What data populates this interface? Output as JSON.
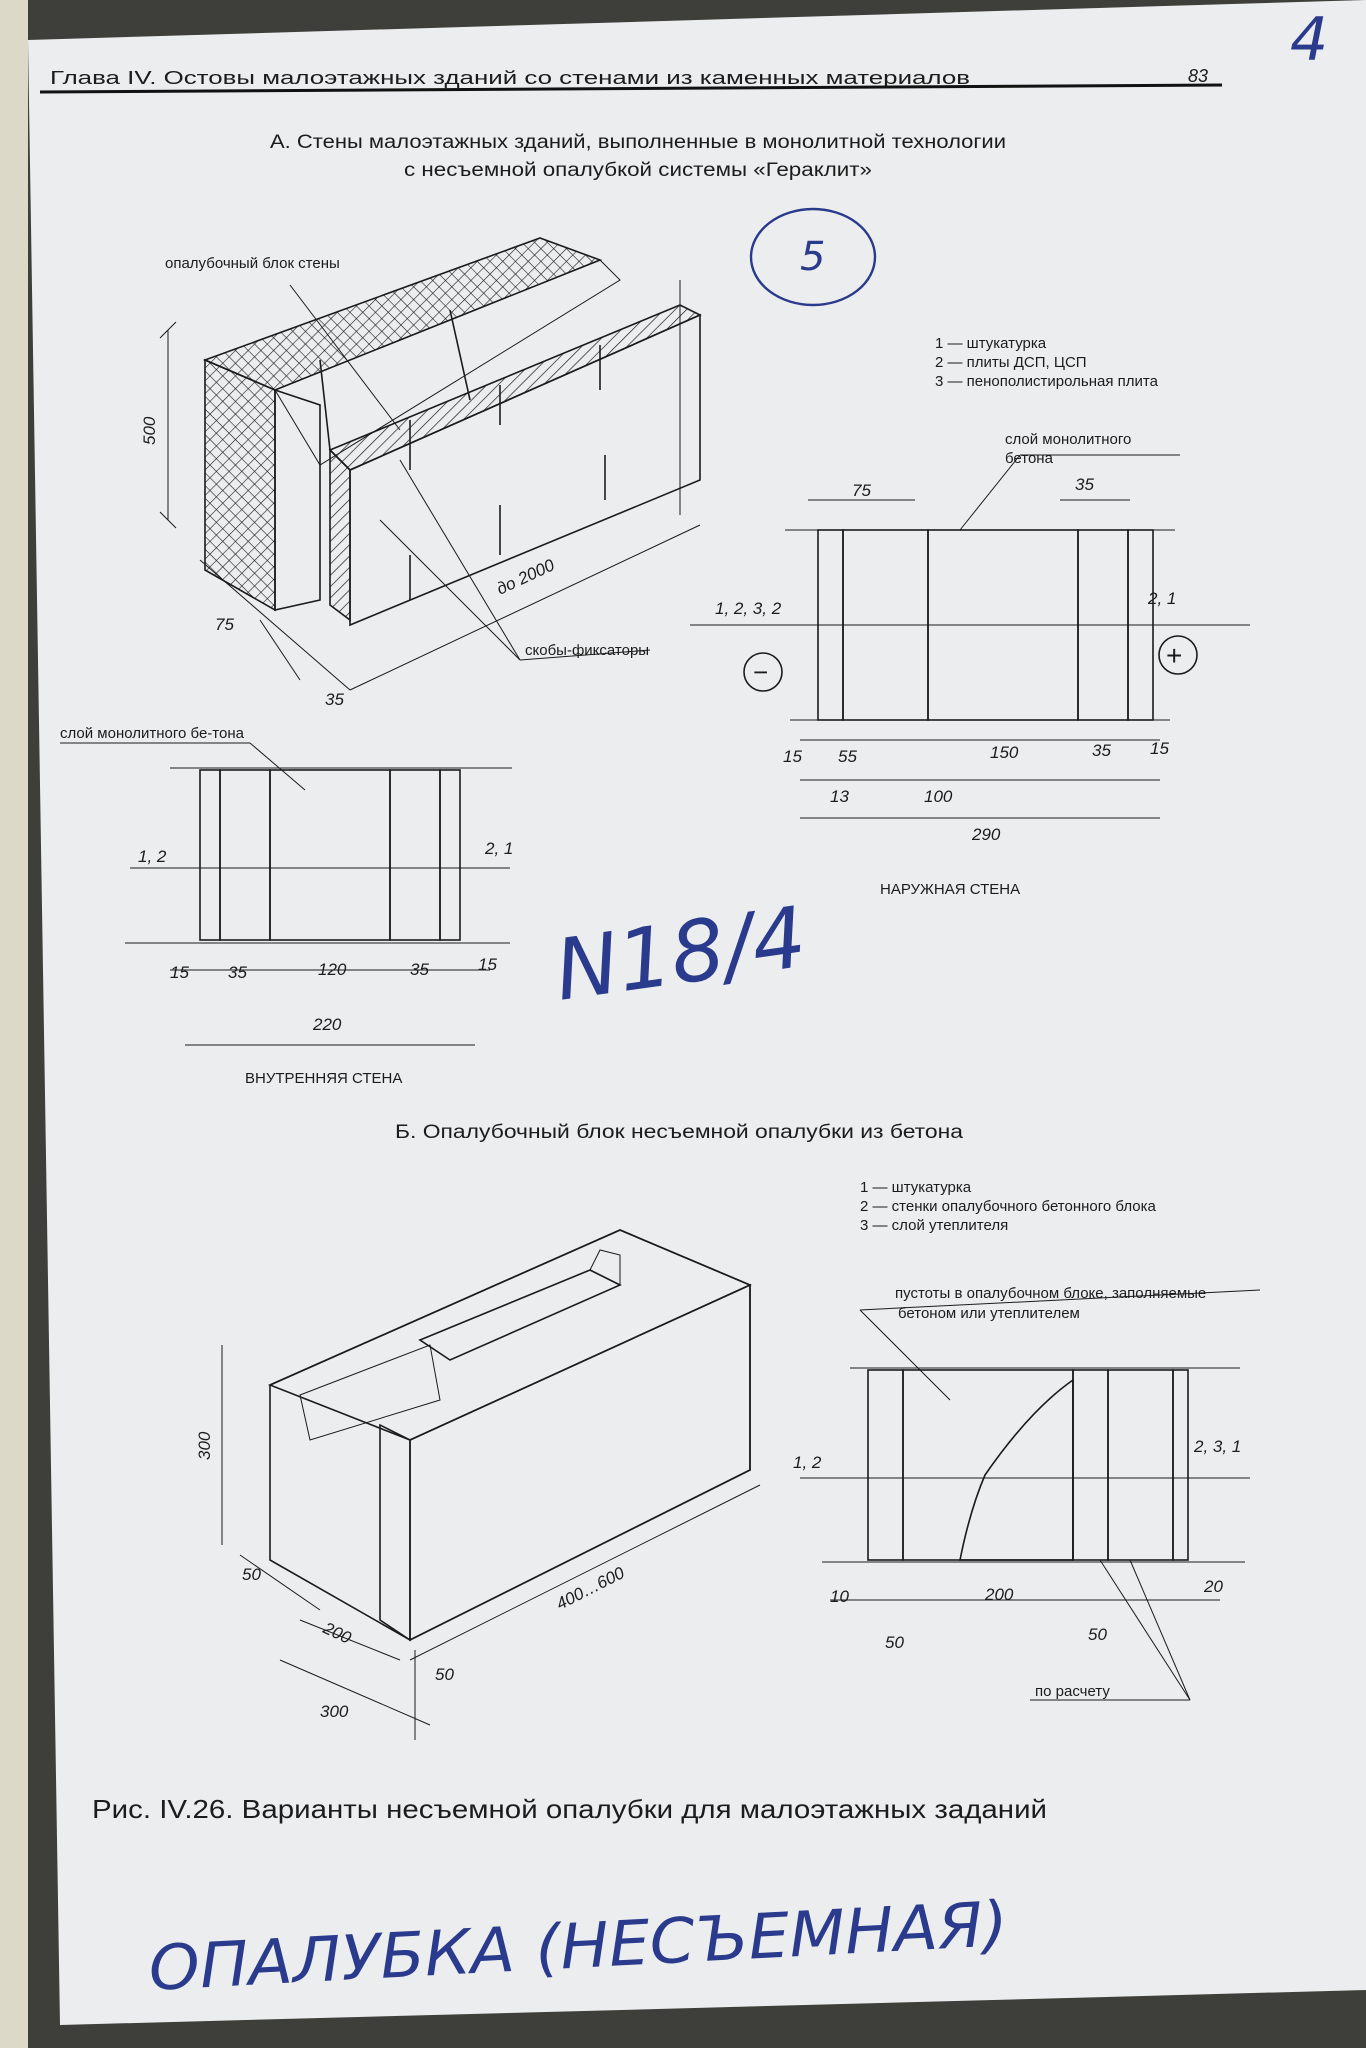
{
  "header": {
    "chapter": "Глава IV. Остовы малоэтажных зданий со стенами из каменных материалов",
    "page_number": "83"
  },
  "section_a": {
    "title_line1": "А. Стены малоэтажных зданий, выполненные в монолитной технологии",
    "title_line2": "с несъемной опалубкой системы «Гераклит»",
    "iso_labels": {
      "block": "опалубочный блок стены",
      "dim_height": "500",
      "dim_length": "до 2000",
      "dim_75": "75",
      "dim_35": "35",
      "clips": "скобы-фиксаторы"
    },
    "legend": [
      "1 — штукатурка",
      "2 — плиты ДСП, ЦСП",
      "3 — пенополистирольная плита"
    ],
    "outer_wall": {
      "concrete_label_line1": "слой монолитного",
      "concrete_label_line2": "бетона",
      "top_75": "75",
      "top_35": "35",
      "left_layers": "1, 2, 3, 2",
      "right_layers": "2, 1",
      "minus": "−",
      "plus": "+",
      "dims": [
        "15",
        "55",
        "150",
        "35",
        "15"
      ],
      "dim_13": "13",
      "dim_100": "100",
      "total": "290",
      "caption": "НАРУЖНАЯ СТЕНА"
    },
    "inner_wall": {
      "concrete_label": "слой монолитного бе-тона",
      "left_layers": "1, 2",
      "right_layers": "2, 1",
      "dims": [
        "15",
        "35",
        "120",
        "35",
        "15"
      ],
      "total": "220",
      "caption": "ВНУТРЕННЯЯ СТЕНА"
    }
  },
  "section_b": {
    "title": "Б. Опалубочный блок несъемной опалубки из бетона",
    "legend": [
      "1 — штукатурка",
      "2 — стенки опалубочного бетонного блока",
      "3 — слой утеплителя"
    ],
    "iso_labels": {
      "dim_300_h": "300",
      "dim_50": "50",
      "dim_200": "200",
      "dim_length": "400…600",
      "dim_50b": "50",
      "dim_300_w": "300"
    },
    "section": {
      "voids_line1": "пустоты в опалубочном блоке, заполняемые",
      "voids_line2": "бетоном или утеплителем",
      "left_layers": "1, 2",
      "right_layers": "2, 3, 1",
      "dim_10": "10",
      "dim_200": "200",
      "dim_20": "20",
      "dim_50a": "50",
      "dim_50b": "50",
      "by_calc": "по расчету"
    }
  },
  "figure_caption": "Рис. IV.26. Варианты несъемной опалубки для малоэтажных заданий",
  "handwriting": {
    "top_number": "4",
    "circle_number": "5",
    "note": "N18/4",
    "bottom": "ОПАЛУБКА (НЕСЪЕМНАЯ)"
  }
}
